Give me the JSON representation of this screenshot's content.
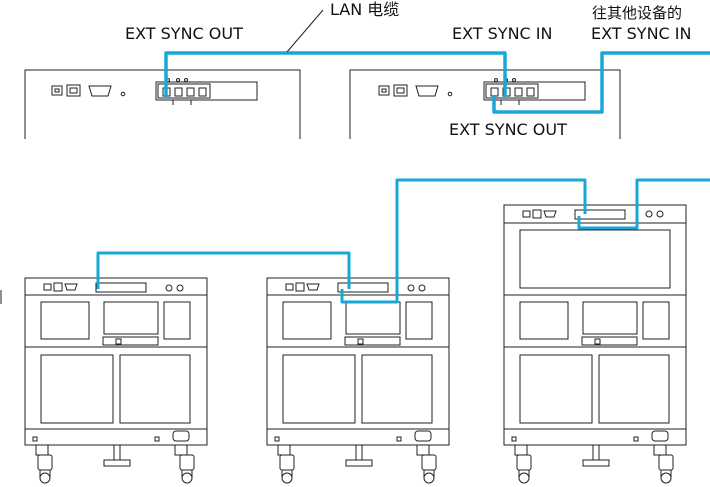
{
  "labels": {
    "lan_cable": "LAN 电缆",
    "ext_sync_out_left": "EXT SYNC OUT",
    "ext_sync_in_mid": "EXT SYNC IN",
    "ext_sync_in_right_line1": "往其他设备的",
    "ext_sync_in_right_line2": "EXT SYNC IN",
    "ext_sync_out_mid": "EXT SYNC OUT"
  },
  "colors": {
    "cable": "#1aa7d8",
    "outline": "#222222",
    "background": "#ffffff"
  }
}
